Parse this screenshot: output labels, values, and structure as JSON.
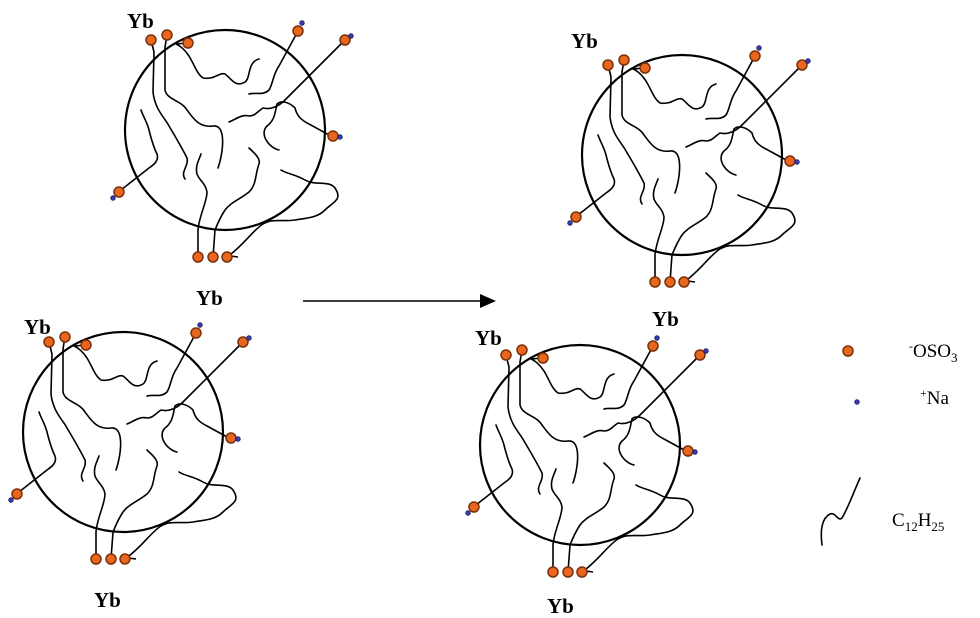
{
  "diagram": {
    "micelles": [
      {
        "id": "top-left",
        "yb_labels": [
          "Yb",
          "Yb"
        ]
      },
      {
        "id": "bottom-left",
        "yb_labels": [
          "Yb",
          "Yb"
        ]
      },
      {
        "id": "top-right",
        "yb_labels": [
          "Yb",
          "Yb"
        ]
      },
      {
        "id": "bottom-right",
        "yb_labels": [
          "Yb",
          "Yb"
        ]
      }
    ],
    "legend": {
      "sulfate": {
        "sup": "-",
        "main": "OSO",
        "sub": "3"
      },
      "sodium": {
        "sup": "+",
        "main": "Na"
      },
      "chain": {
        "c": "C",
        "c_sub": "12",
        "h": "H",
        "h_sub": "25"
      }
    },
    "colors": {
      "head_fill": "#e8661e",
      "head_stroke": "#7a3008",
      "ion_fill": "#3b3bb0",
      "line": "#000000"
    }
  }
}
